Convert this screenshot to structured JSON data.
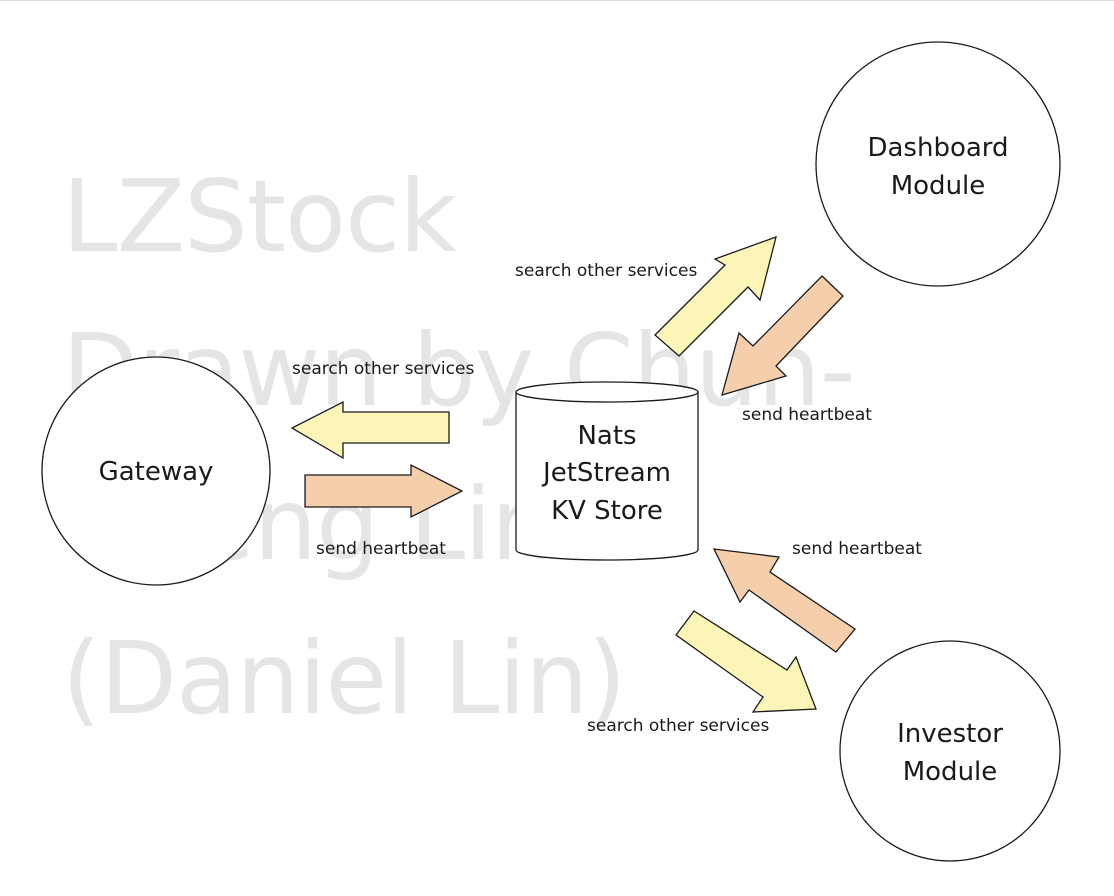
{
  "watermark": {
    "text": "LZStock\nDrawn by Chun-Cheng Lin\n(Daniel Lin)"
  },
  "colors": {
    "search_arrow": "#fbf6b7",
    "heartbeat_arrow": "#f5ceab",
    "watermark": "#e5e5e5",
    "stroke": "#1a1a1a"
  },
  "nodes": {
    "store": {
      "line1": "Nats",
      "line2": "JetStream",
      "line3": "KV Store",
      "shape": "cylinder"
    },
    "gateway": {
      "line1": "Gateway",
      "shape": "circle"
    },
    "dashboard": {
      "line1": "Dashboard",
      "line2": "Module",
      "shape": "circle"
    },
    "investor": {
      "line1": "Investor",
      "line2": "Module",
      "shape": "circle"
    }
  },
  "edges": {
    "store_to_gateway": {
      "label": "search other services",
      "kind": "search",
      "icon": "arrow-left-icon"
    },
    "gateway_to_store": {
      "label": "send heartbeat",
      "kind": "heartbeat",
      "icon": "arrow-right-icon"
    },
    "store_to_dashboard": {
      "label": "search other services",
      "kind": "search",
      "icon": "arrow-up-right-icon"
    },
    "dashboard_to_store": {
      "label": "send heartbeat",
      "kind": "heartbeat",
      "icon": "arrow-down-left-icon"
    },
    "investor_to_store": {
      "label": "send heartbeat",
      "kind": "heartbeat",
      "icon": "arrow-up-left-icon"
    },
    "store_to_investor": {
      "label": "search other services",
      "kind": "search",
      "icon": "arrow-down-right-icon"
    }
  }
}
